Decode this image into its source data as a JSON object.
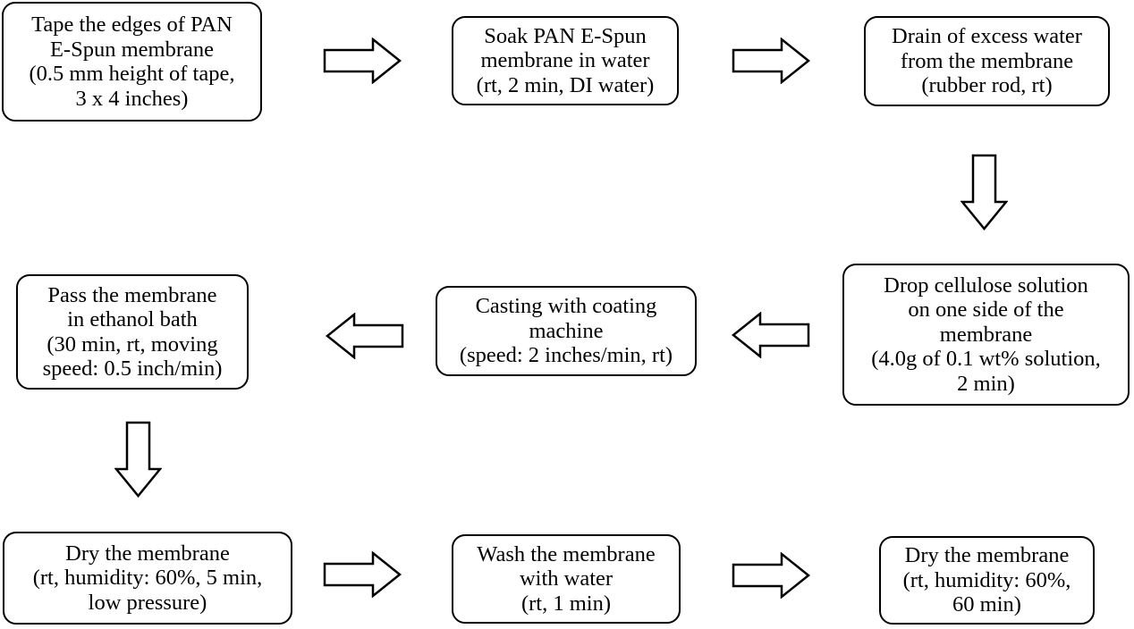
{
  "diagram": {
    "type": "flowchart",
    "colors": {
      "stroke": "#000000",
      "box_fill": "#ffffff",
      "background": "#ffffff",
      "text": "#000000"
    },
    "boxes": [
      {
        "id": "step-1",
        "lines": [
          "Tape the edges of PAN",
          "E-Spun membrane",
          "(0.5 mm height of tape,",
          "3 x 4 inches)"
        ]
      },
      {
        "id": "step-2",
        "lines": [
          "Soak PAN E-Spun",
          "membrane in water",
          "(rt, 2 min, DI water)"
        ]
      },
      {
        "id": "step-3",
        "lines": [
          "Drain of excess water",
          "from the membrane",
          "(rubber rod, rt)"
        ]
      },
      {
        "id": "step-4",
        "lines": [
          "Drop cellulose solution",
          "on one side of the",
          "membrane",
          "(4.0g of 0.1 wt% solution,",
          "2 min)"
        ]
      },
      {
        "id": "step-5",
        "lines": [
          "Casting with coating",
          "machine",
          "(speed: 2 inches/min, rt)"
        ]
      },
      {
        "id": "step-6",
        "lines": [
          "Pass the membrane",
          "in ethanol bath",
          "(30 min, rt, moving",
          "speed: 0.5 inch/min)"
        ]
      },
      {
        "id": "step-7",
        "lines": [
          "Dry the membrane",
          "(rt, humidity: 60%, 5 min,",
          "low pressure)"
        ]
      },
      {
        "id": "step-8",
        "lines": [
          "Wash the membrane",
          "with water",
          "(rt, 1 min)"
        ]
      },
      {
        "id": "step-9",
        "lines": [
          "Dry the membrane",
          "(rt, humidity: 60%,",
          "60 min)"
        ]
      }
    ],
    "arrows": [
      {
        "from": "step-1",
        "to": "step-2",
        "direction": "right"
      },
      {
        "from": "step-2",
        "to": "step-3",
        "direction": "right"
      },
      {
        "from": "step-3",
        "to": "step-4",
        "direction": "down"
      },
      {
        "from": "step-4",
        "to": "step-5",
        "direction": "left"
      },
      {
        "from": "step-5",
        "to": "step-6",
        "direction": "left"
      },
      {
        "from": "step-6",
        "to": "step-7",
        "direction": "down"
      },
      {
        "from": "step-7",
        "to": "step-8",
        "direction": "right"
      },
      {
        "from": "step-8",
        "to": "step-9",
        "direction": "right"
      }
    ]
  }
}
